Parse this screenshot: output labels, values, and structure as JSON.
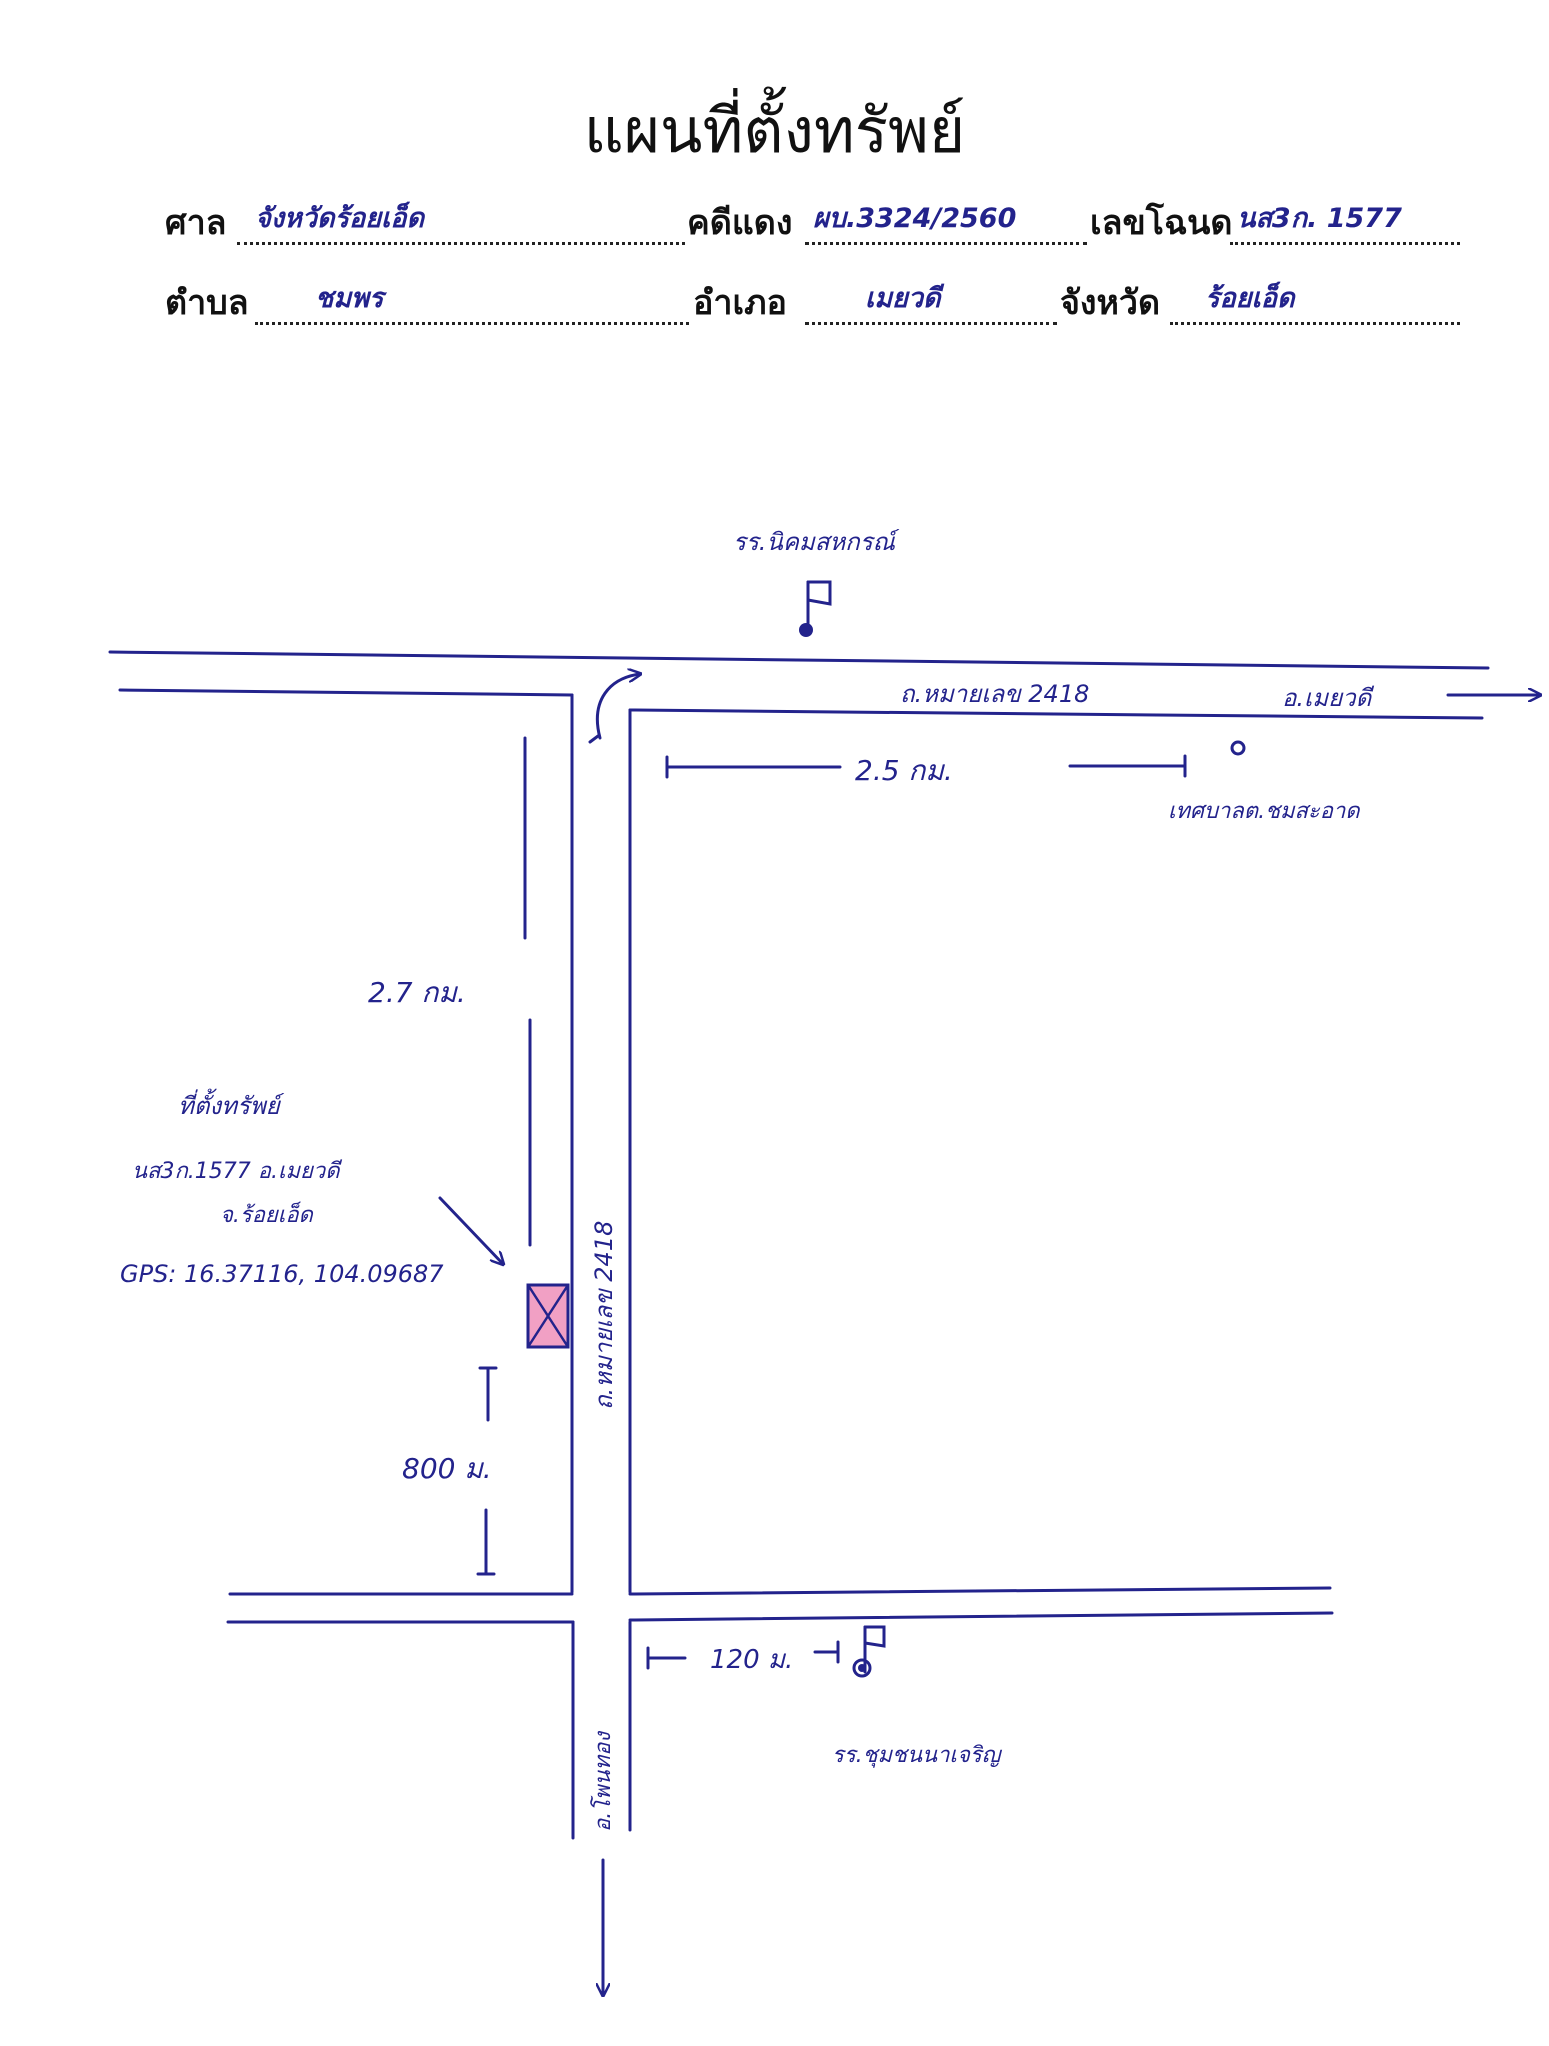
{
  "title": "แผนที่ตั้งทรัพย์",
  "form": {
    "court_label": "ศาล",
    "court_value": "จังหวัดร้อยเอ็ด",
    "case_label": "คดีแดง",
    "case_value": "ผบ.3324/2560",
    "deed_label": "เลขโฉนด",
    "deed_value": "นส3ก. 1577",
    "subdistrict_label": "ตำบล",
    "subdistrict_value": "ชมพร",
    "district_label": "อำเภอ",
    "district_value": "เมยวดี",
    "province_label": "จังหวัด",
    "province_value": "ร้อยเอ็ด"
  },
  "map": {
    "school_north": "รร.นิคมสหกรณ์",
    "road_horizontal": "ถ.หมายเลข 2418",
    "to_district": "อ.เมยวดี",
    "dist_east": "2.5 กม.",
    "municipality": "เทศบาลต.ชมสะอาด",
    "dist_north": "2.7 กม.",
    "property_title": "ที่ตั้งทรัพย์",
    "property_deed": "นส3ก.1577 อ.เมยวดี",
    "property_province": "จ.ร้อยเอ็ด",
    "gps": "GPS: 16.37116, 104.09687",
    "road_vertical": "ถ.หมายเลข 2418",
    "dist_south": "800 ม.",
    "road_south": "อ.โพนทอง",
    "dist_school_south": "120 ม.",
    "school_south": "รร.ชุมชนนาเจริญ"
  },
  "colors": {
    "ink": "#23238c",
    "property_fill": "#f1a0c4"
  }
}
